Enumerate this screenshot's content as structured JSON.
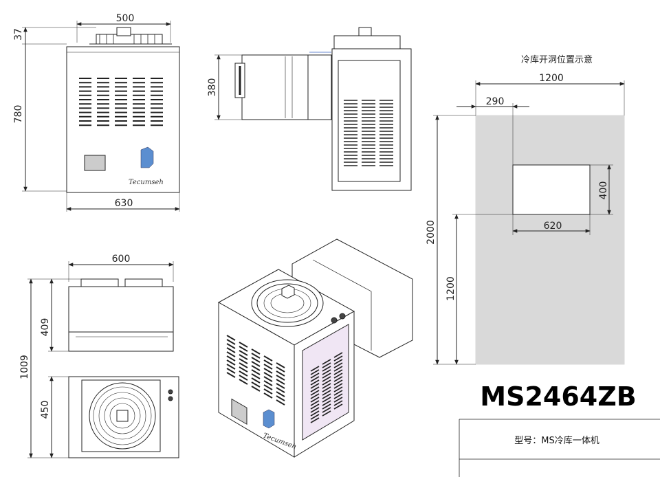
{
  "front_view": {
    "dim_width": "500",
    "dim_top": "37",
    "dim_height": "780",
    "dim_base_width": "630",
    "brand": "Tecumseh"
  },
  "side_view": {
    "dim_height": "380"
  },
  "bottom_view": {
    "dim_width": "600",
    "dim_upper": "409",
    "dim_total": "1009",
    "dim_lower": "450"
  },
  "iso_view": {
    "brand": "Tecumseh"
  },
  "wall_hole": {
    "title": "冷库开洞位置示意",
    "dim_wall_width": "1200",
    "dim_offset_left": "290",
    "dim_hole_height": "400",
    "dim_wall_height": "2000",
    "dim_hole_width": "620",
    "dim_hole_elevation": "1200"
  },
  "model": "MS2464ZB",
  "caption": "型号：MS冷库一体机",
  "colors": {
    "line": "#222222",
    "wall_fill": "#d9d9d9",
    "panel_fill": "#f0e6f4"
  }
}
